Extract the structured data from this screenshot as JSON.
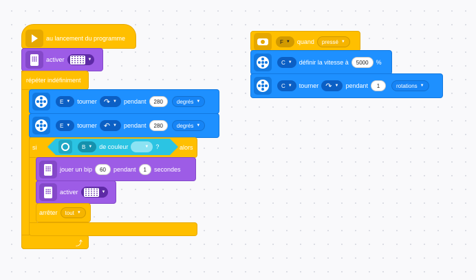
{
  "colors": {
    "events": "#ffbf00",
    "light": "#9d5ce6",
    "motors": "#1e90ff",
    "control": "#ffbf00"
  },
  "script1": {
    "start_block": {
      "label": "au lancement du programme",
      "icon": "play-flag-icon"
    },
    "activate_top": {
      "label": "activer",
      "icon": "hub-icon",
      "value_icon": "matrix-icon"
    },
    "repeat": {
      "label": "répéter indéfiniment",
      "loop_icon": "loop-arrow-icon"
    },
    "turn1": {
      "port": "E",
      "verb": "tourner",
      "direction_icon": "clockwise-icon",
      "during": "pendant",
      "amount": "280",
      "unit": "degrés"
    },
    "turn2": {
      "port": "E",
      "verb": "tourner",
      "direction_icon": "counterclockwise-icon",
      "during": "pendant",
      "amount": "280",
      "unit": "degrés"
    },
    "if_block": {
      "si": "si",
      "sensor_port": "B",
      "condition_text": "de couleur",
      "question": "?",
      "alors": "alors",
      "sensor_icon": "color-sensor-icon"
    },
    "beep": {
      "label": "jouer un bip",
      "note": "60",
      "during": "pendant",
      "duration": "1",
      "unit": "secondes"
    },
    "activate_inner": {
      "label": "activer"
    },
    "stop": {
      "label": "arrêter",
      "value": "tout"
    }
  },
  "script2": {
    "when": {
      "port": "F",
      "label": "quand",
      "state": "pressé",
      "icon": "force-sensor-icon"
    },
    "speed": {
      "port": "C",
      "label": "définir la vitesse à",
      "value": "5000",
      "unit": "%"
    },
    "turn": {
      "port": "C",
      "verb": "tourner",
      "direction_icon": "clockwise-icon",
      "during": "pendant",
      "amount": "1",
      "unit": "rotations"
    }
  }
}
